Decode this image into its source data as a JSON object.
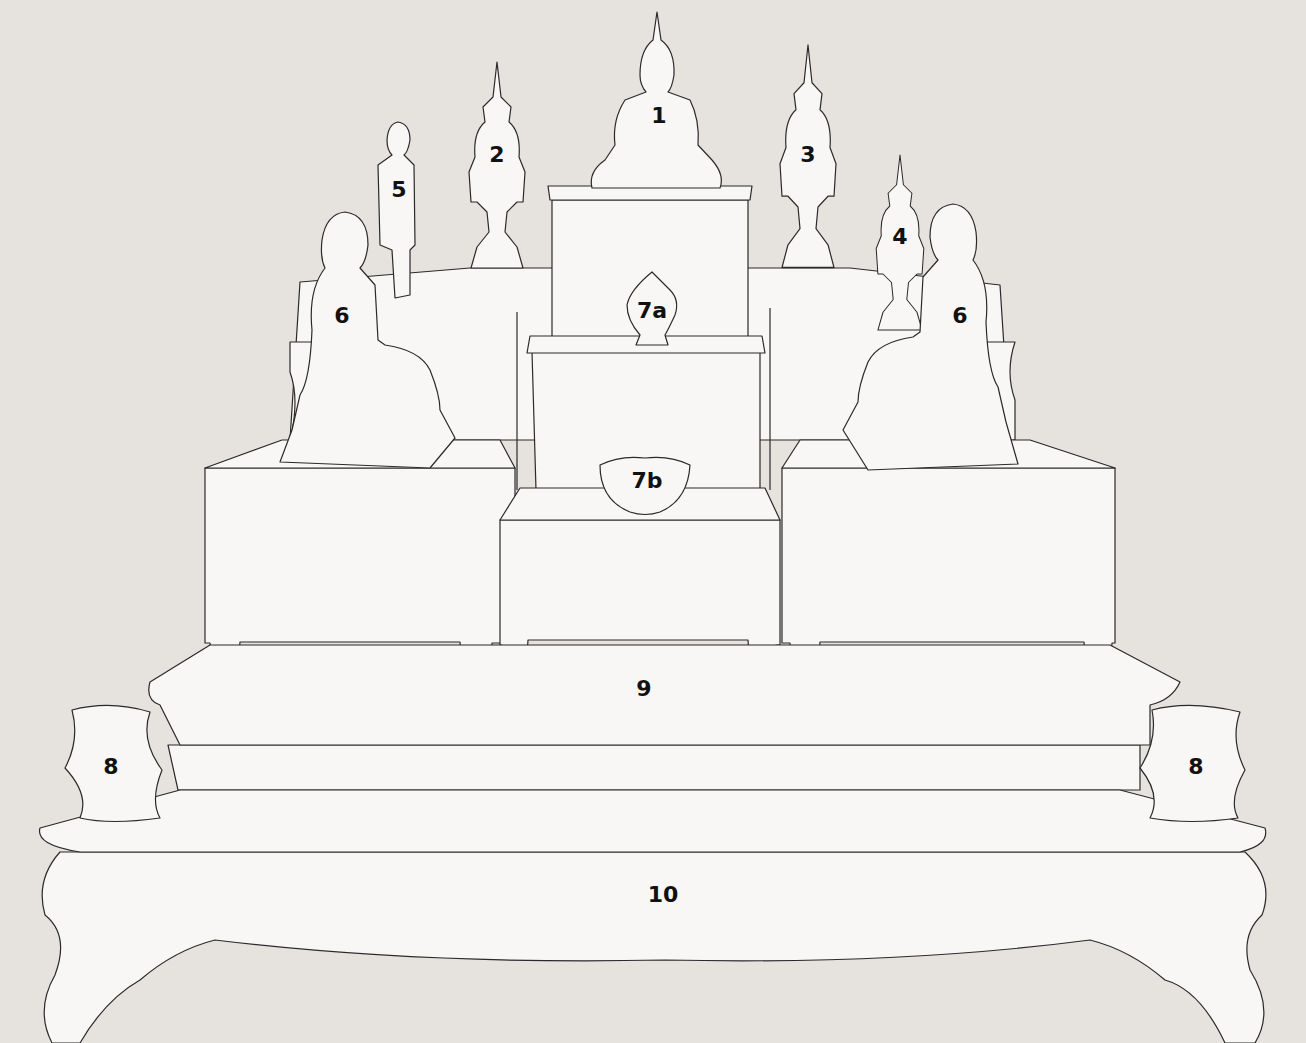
{
  "diagram": {
    "labels": [
      "1",
      "2",
      "3",
      "5",
      "4",
      "6",
      "7a",
      "6",
      "7b",
      "9",
      "8",
      "8",
      "10"
    ]
  }
}
